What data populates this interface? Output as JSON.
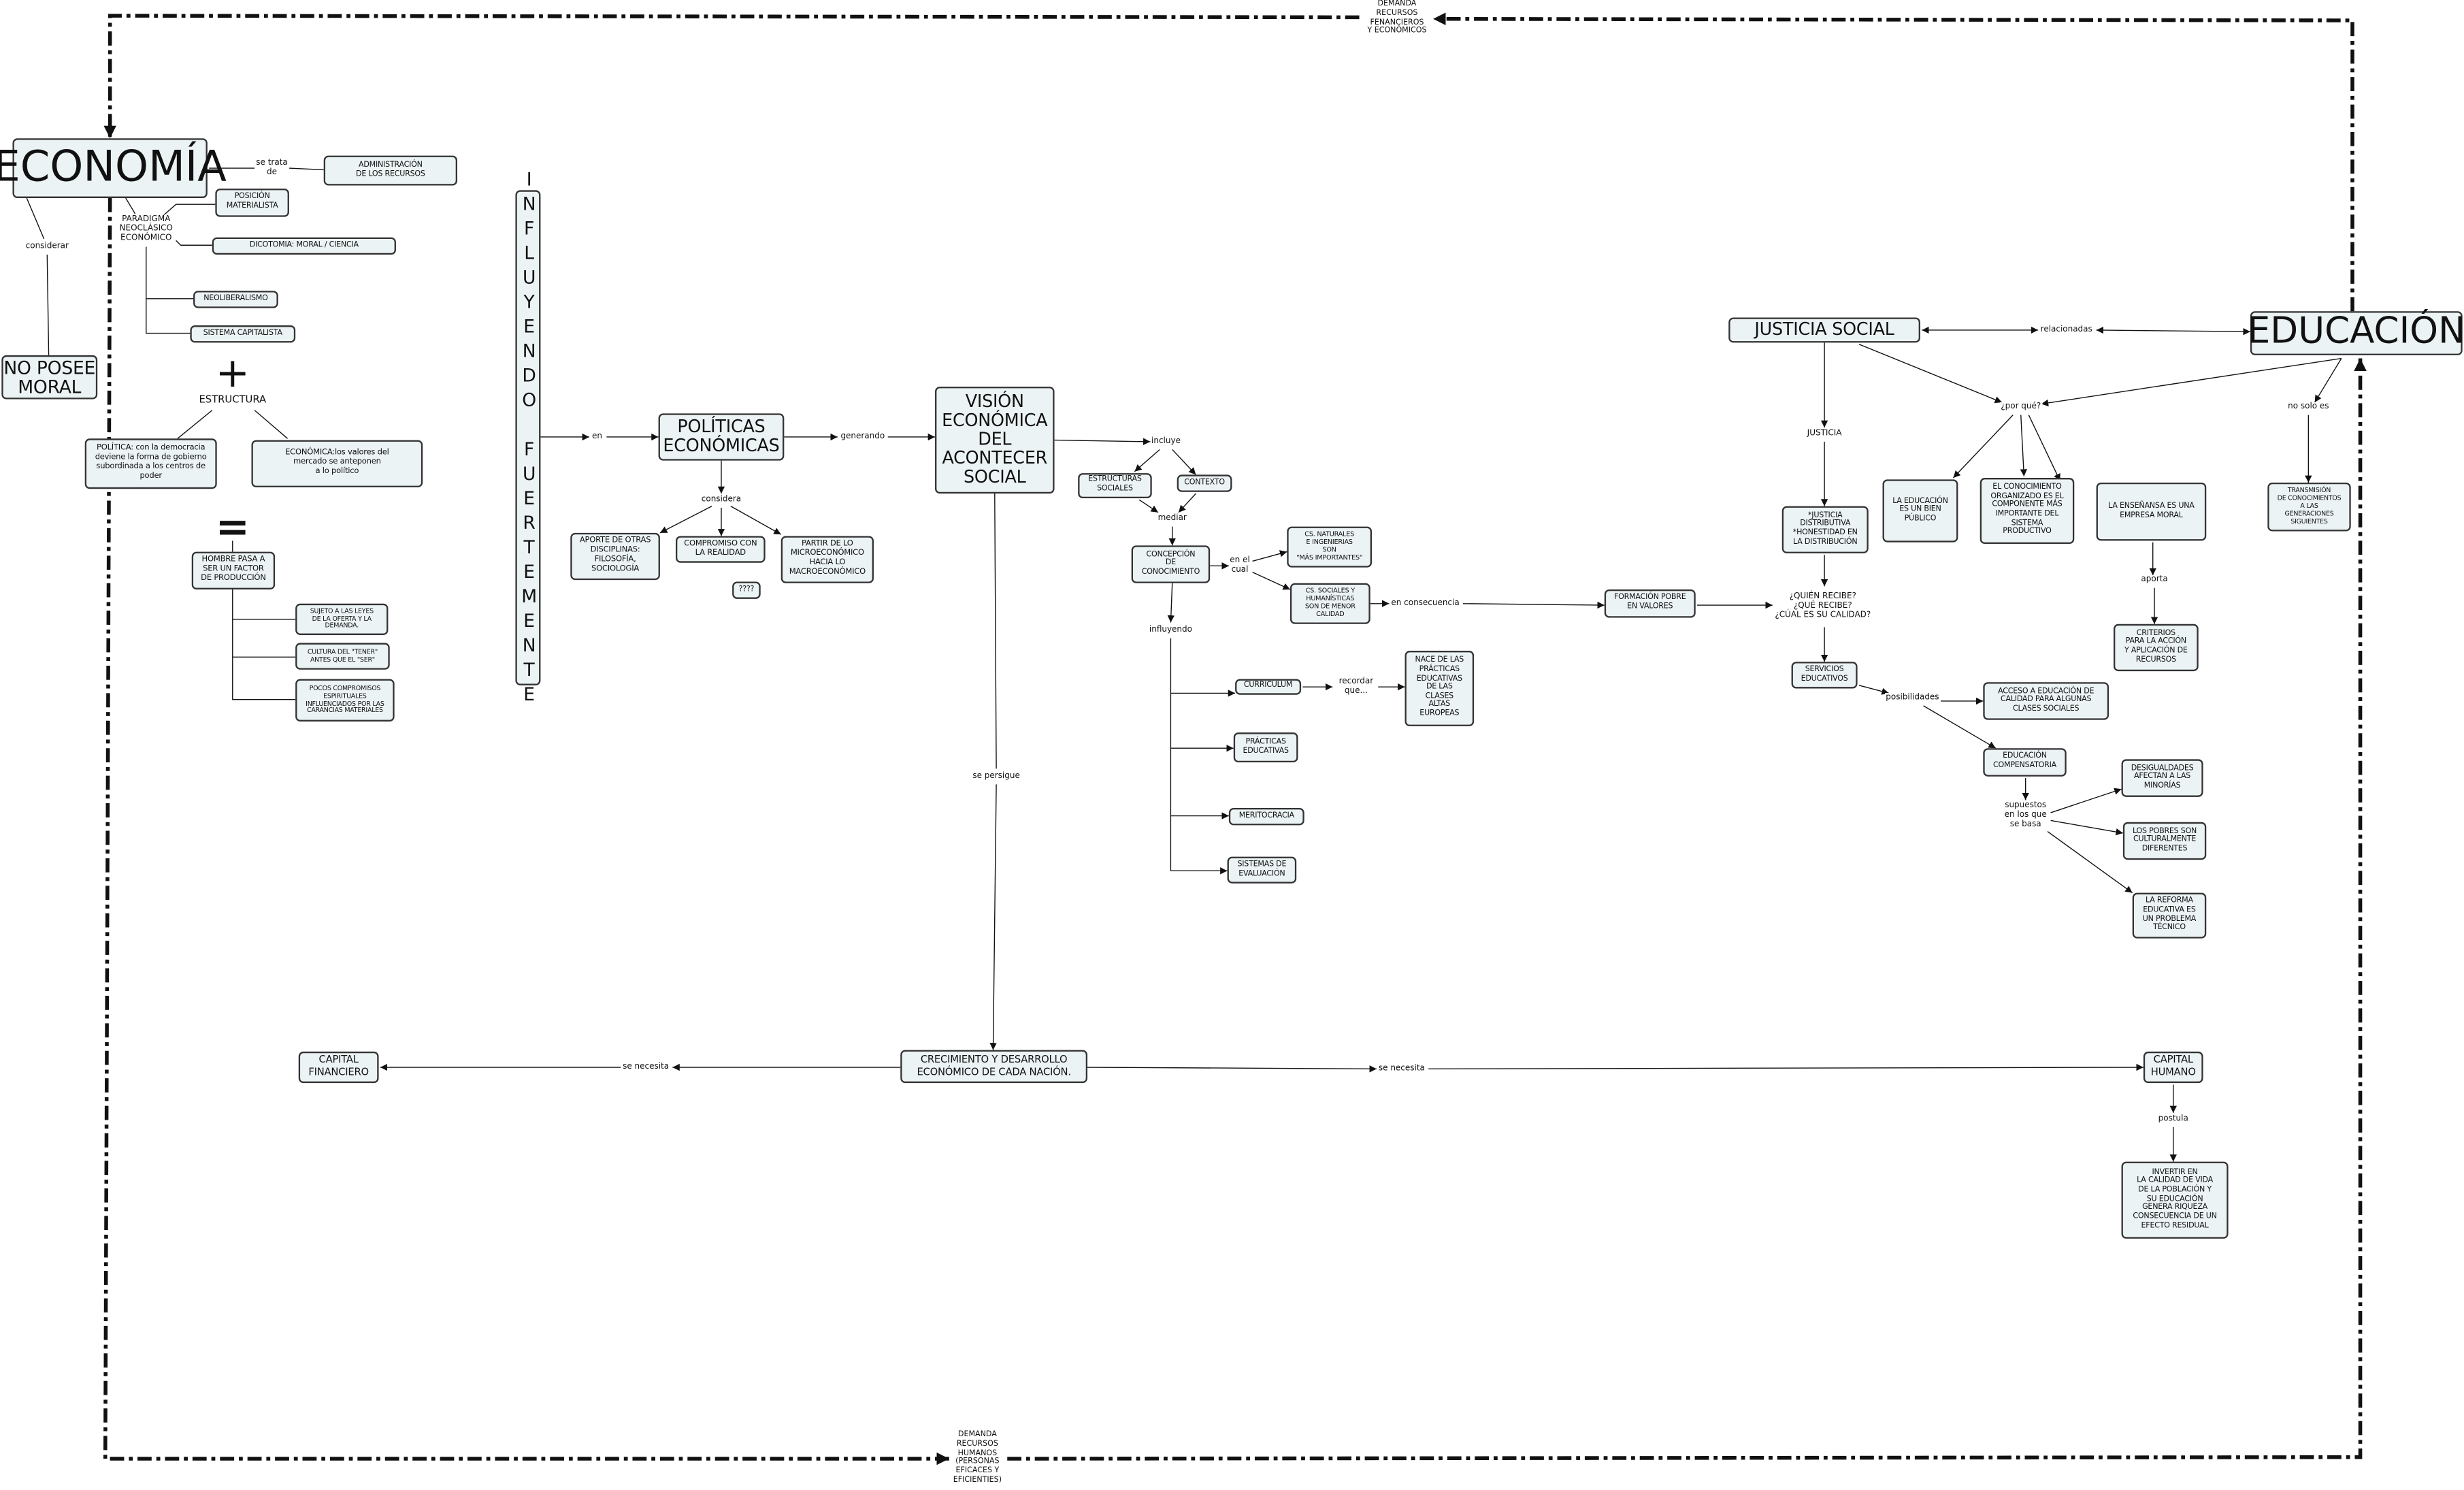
{
  "nodes": {
    "economia": "ECONOMÍA",
    "administracion": "ADMINISTRACIÓN\nDE LOS RECURSOS",
    "posicion": "POSICIÓN\nMATERIALISTA",
    "dicotomia": "DICOTOMIA: MORAL / CIENCIA",
    "neoliberalismo": "NEOLIBERALISMO",
    "sistema_capitalista": "SISTEMA CAPITALISTA",
    "no_posee_moral": "NO POSEE\nMORAL",
    "politica": "POLÍTICA: con la democracia\ndeviene la forma de gobierno\nsubordinada a los centros de\npoder",
    "economica": "ECONÓMICA:los valores del\nmercado se anteponen\na lo político",
    "hombre": "HOMBRE PASA A\nSER UN FACTOR\nDE PRODUCCIÓN",
    "sujeto": "SUJETO A LAS LEYES\nDE LA OFERTA Y LA\nDEMANDA.",
    "cultura": "CULTURA DEL \"TENER\"\nANTES QUE EL \"SER\"",
    "pocos": "POCOS COMPROMISOS\nESPIRITUALES\nINFLUENCIADOS POR LAS\nCARANCIAS MATERIALES",
    "influyendo": "INFLUYENDO FUERTEMENTE",
    "politicas_economicas": "POLÍTICAS\nECONÓMICAS",
    "vision": "VISIÓN\nECONÓMICA\nDEL\nACONTECER\nSOCIAL",
    "aporte": "APORTE DE OTRAS\nDISCIPLINAS:\nFILOSOFÍA,\nSOCIOLOGÍA",
    "compromiso": "COMPROMISO CON\nLA REALIDAD",
    "partir": "PARTIR DE LO\nMICROECONÓMICO\nHACIA LO\nMACROECONÓMICO",
    "question": "????",
    "estructuras_sociales": "ESTRUCTURAS\nSOCIALES",
    "contexto": "CONTEXTO",
    "concepcion": "CONCEPCIÓN\nDE\nCONOCIMIENTO",
    "cs_naturales": "CS. NATURALES\nE INGENIERIAS\nSON\n\"MÁS IMPORTANTES\"",
    "cs_sociales": "CS. SOCIALES Y\nHUMANÍSTICAS\nSON DE MENOR\nCALIDAD",
    "formacion": "FORMACIÓN POBRE\nEN VALORES",
    "curriculum": "CURRICULUM",
    "nace": "NACE DE LAS\nPRÁCTICAS\nEDUCATIVAS\nDE LAS\nCLASES\nALTAS\nEUROPEAS",
    "practicas": "PRÁCTICAS\nEDUCATIVAS",
    "meritocracia": "MERITOCRACIA",
    "sistemas_eval": "SISTEMAS DE\nEVALUACIÓN",
    "crecimiento": "CRECIMIENTO Y DESARROLLO\nECONÓMICO DE CADA NACIÓN.",
    "capital_financiero": "CAPITAL\nFINANCIERO",
    "capital_humano": "CAPITAL\nHUMANO",
    "invertir": "INVERTIR EN\nLA CALIDAD DE VIDA\nDE LA POBLACIÓN Y\nSU EDUCACIÓN\nGENERA RIQUEZA\nCONSECUENCIA DE UN\nEFECTO RESIDUAL",
    "justicia_social": "JUSTICIA SOCIAL",
    "educacion": "EDUCACIÓN",
    "bien_publico": "LA EDUCACIÓN\nES UN BIEN\nPÚBLICO",
    "conocimiento": "EL CONOCIMIENTO\nORGANIZADO ES EL\nCOMPONENTE MÁS\nIMPORTANTE DEL\nSISTEMA\nPRODUCTIVO",
    "ensenansa": "LA ENSEÑANSA ES UNA\nEMPRESA MORAL",
    "criterios": "CRITERIOS\nPARA LA ACCIÓN\nY APLICACIÓN DE\nRECURSOS",
    "transmision": "TRANSMISIÓN\nDE CONOCIMIENTOS\nA LAS\nGENERACIONES\nSIGUIENTES",
    "justicia_distributiva": "*JUSTICIA\nDISTRIBUTIVA\n*HONESTIDAD EN\nLA DISTRIBUCIÓN",
    "servicios": "SERVICIOS\nEDUCATIVOS",
    "acceso": "ACCESO  A EDUCACIÓN DE\nCALIDAD PARA ALGUNAS\nCLASES SOCIALES",
    "compensatoria": "EDUCACIÓN\nCOMPENSATORIA",
    "desigualdades": "DESIGUALDADES\nAFECTAN A LAS\nMINORÍAS",
    "pobres": "LOS POBRES SON\nCULTURALMENTE\nDIFERENTES",
    "reforma": "LA REFORMA\nEDUCATIVA ES\nUN PROBLEMA\nTÉCNICO"
  },
  "labels": {
    "se_trata_de": "se trata\nde",
    "paradigma": "PARADIGMA\nNEOCLÁSICO\nECONÓMICO",
    "considerar": "considerar",
    "plus": "+",
    "estructura": "ESTRUCTURA",
    "equals": "=",
    "en": "en",
    "generando": "generando",
    "considera": "considera",
    "se_persigue": "se persigue",
    "se_necesita_left": "se necesita",
    "se_necesita_right": "se necesita",
    "postula": "postula",
    "incluye": "incluye",
    "mediar": "mediar",
    "en_el_cual": "en el\ncual",
    "en_consecuencia": "en consecuencia",
    "influyendo": "influyendo",
    "recordar_que": "recordar\nque...",
    "relacionadas": "relacionadas",
    "por_que": "¿por qué?",
    "no_solo_es": "no solo es",
    "aporta": "aporta",
    "justicia": "JUSTICIA",
    "quien_recibe": "¿QUIÉN RECIBE?\n¿QUÉ RECIBE?\n¿CÚAL ES SU CALIDAD?",
    "posibilidades": "posibilidades",
    "supuestos": "supuestos\nen los que\nse basa",
    "demanda_financieros": "DEMANDA\nRECURSOS\nFENANCIEROS\nY ECONÓMICOS",
    "demanda_humanos": "DEMANDA\nRECURSOS\nHUMANOS\n(PERSONAS\nEFICACES Y\nEFICIENTIES)"
  },
  "colors": {
    "node_fill": "#ecf3f5",
    "node_border": "#333333",
    "line": "#111111"
  }
}
